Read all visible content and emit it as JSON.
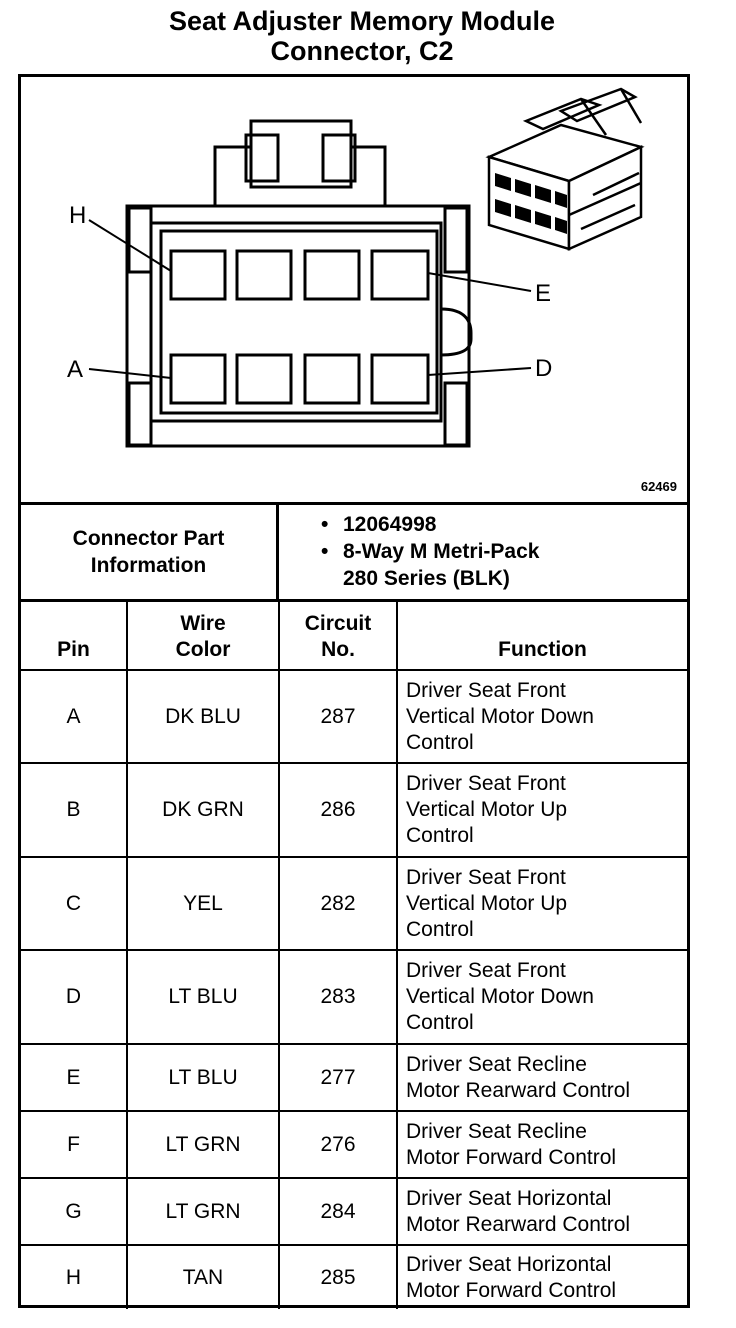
{
  "title_line1": "Seat Adjuster Memory Module",
  "title_line2": "Connector, C2",
  "diagram": {
    "pin_labels": {
      "h": "H",
      "e": "E",
      "a": "A",
      "d": "D"
    },
    "figure_number": "62469"
  },
  "connector_part": {
    "label_line1": "Connector Part",
    "label_line2": "Information",
    "bullet": "•",
    "part_number": "12064998",
    "description_line1": "8-Way M Metri-Pack",
    "description_line2": "280 Series (BLK)"
  },
  "table": {
    "headers": {
      "pin": "Pin",
      "wire_line1": "Wire",
      "wire_line2": "Color",
      "circuit_line1": "Circuit",
      "circuit_line2": "No.",
      "function": "Function"
    },
    "rows": [
      {
        "pin": "A",
        "wire": "DK BLU",
        "circuit": "287",
        "fn1": "Driver Seat Front",
        "fn2": "Vertical Motor Down",
        "fn3": "Control"
      },
      {
        "pin": "B",
        "wire": "DK GRN",
        "circuit": "286",
        "fn1": "Driver Seat Front",
        "fn2": "Vertical Motor Up",
        "fn3": "Control"
      },
      {
        "pin": "C",
        "wire": "YEL",
        "circuit": "282",
        "fn1": "Driver Seat Front",
        "fn2": "Vertical Motor Up",
        "fn3": "Control"
      },
      {
        "pin": "D",
        "wire": "LT BLU",
        "circuit": "283",
        "fn1": "Driver Seat Front",
        "fn2": "Vertical Motor Down",
        "fn3": "Control"
      },
      {
        "pin": "E",
        "wire": "LT BLU",
        "circuit": "277",
        "fn1": "Driver Seat Recline",
        "fn2": "Motor Rearward Control"
      },
      {
        "pin": "F",
        "wire": "LT GRN",
        "circuit": "276",
        "fn1": "Driver Seat Recline",
        "fn2": "Motor Forward Control"
      },
      {
        "pin": "G",
        "wire": "LT GRN",
        "circuit": "284",
        "fn1": "Driver Seat Horizontal",
        "fn2": "Motor Rearward Control"
      },
      {
        "pin": "H",
        "wire": "TAN",
        "circuit": "285",
        "fn1": "Driver Seat Horizontal",
        "fn2": "Motor Forward Control"
      }
    ]
  }
}
